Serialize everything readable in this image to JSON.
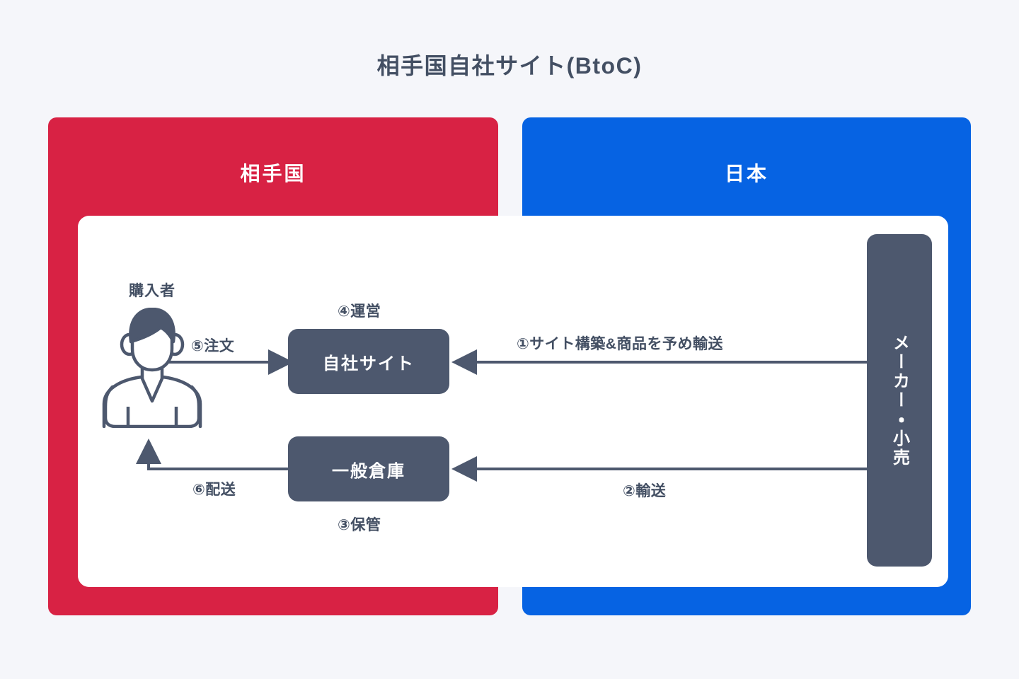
{
  "title": "相手国自社サイト(BtoC)",
  "colors": {
    "background": "#f5f6fa",
    "partner_country_panel": "#d82244",
    "japan_panel": "#0663e3",
    "card": "#ffffff",
    "node_box": "#4d586e",
    "text_dark": "#434f63",
    "arrow": "#4d586e"
  },
  "panels": {
    "partner_country": {
      "label": "相手国"
    },
    "japan": {
      "label": "日本"
    }
  },
  "actors": {
    "buyer": {
      "label": "購入者"
    },
    "own_site": {
      "label": "自社サイト"
    },
    "warehouse": {
      "label": "一般倉庫"
    },
    "maker": {
      "label": "メーカー・小売"
    }
  },
  "flows": [
    {
      "id": "step1",
      "label": "①サイト構築&商品を予め輸送",
      "from": "maker",
      "to": "own_site",
      "direction": "left"
    },
    {
      "id": "step2",
      "label": "②輸送",
      "from": "maker",
      "to": "warehouse",
      "direction": "left"
    },
    {
      "id": "step3",
      "label": "③保管",
      "from": "warehouse",
      "to": "warehouse",
      "direction": "none"
    },
    {
      "id": "step4",
      "label": "④運営",
      "from": "own_site",
      "to": "own_site",
      "direction": "none"
    },
    {
      "id": "step5",
      "label": "⑤注文",
      "from": "buyer",
      "to": "own_site",
      "direction": "right"
    },
    {
      "id": "step6",
      "label": "⑥配送",
      "from": "warehouse",
      "to": "buyer",
      "direction": "up"
    }
  ]
}
